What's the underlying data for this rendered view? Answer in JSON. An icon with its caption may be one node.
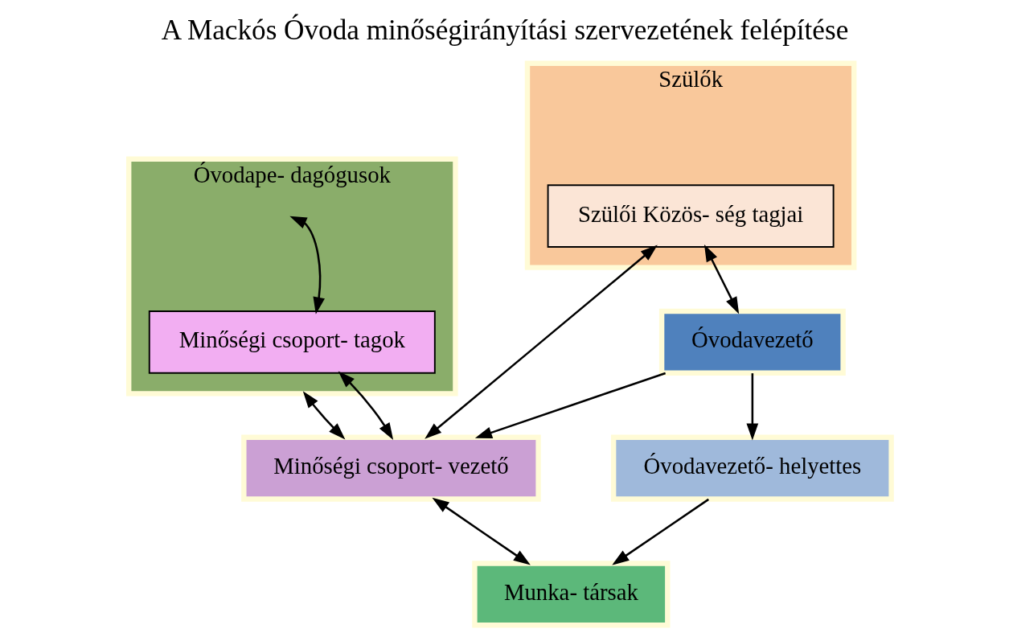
{
  "diagram": {
    "title": "A Mackós Óvoda minőségirányítási szervezetének felépítése",
    "nodes": [
      {
        "text": [
          "Óvodape- dagógusok"
        ]
      },
      {
        "text": [
          "Minőségi csoport- tagok"
        ],
        "in": 0
      },
      {
        "text": [
          "Óvodavezető"
        ]
      },
      {
        "text": [
          "Óvodavezető- helyettes"
        ]
      },
      {
        "text": [
          "Szülők"
        ]
      },
      {
        "text": [
          "Szülői Közös- ség tagjai"
        ],
        "in": 4
      },
      {
        "text": [
          "Minőségi csoport- vezető"
        ]
      },
      {
        "text": [
          "Munka- társak"
        ]
      }
    ],
    "edges": [
      {
        "from": 0,
        "to": 1,
        "arrow": "both"
      },
      {
        "from": 2,
        "to": 3,
        "arrow": "to"
      },
      {
        "from": 2,
        "to": 6,
        "arrow": "to"
      },
      {
        "from": 0,
        "to": 6,
        "arrow": "both"
      },
      {
        "from": 1,
        "to": 6,
        "arrow": "both"
      },
      {
        "from": 6,
        "to": 7,
        "arrow": "both"
      },
      {
        "from": 6,
        "to": 5,
        "arrow": "both"
      },
      {
        "from": 3,
        "to": 7,
        "arrow": "to"
      },
      {
        "from": 5,
        "to": 2,
        "arrow": "both"
      }
    ]
  }
}
